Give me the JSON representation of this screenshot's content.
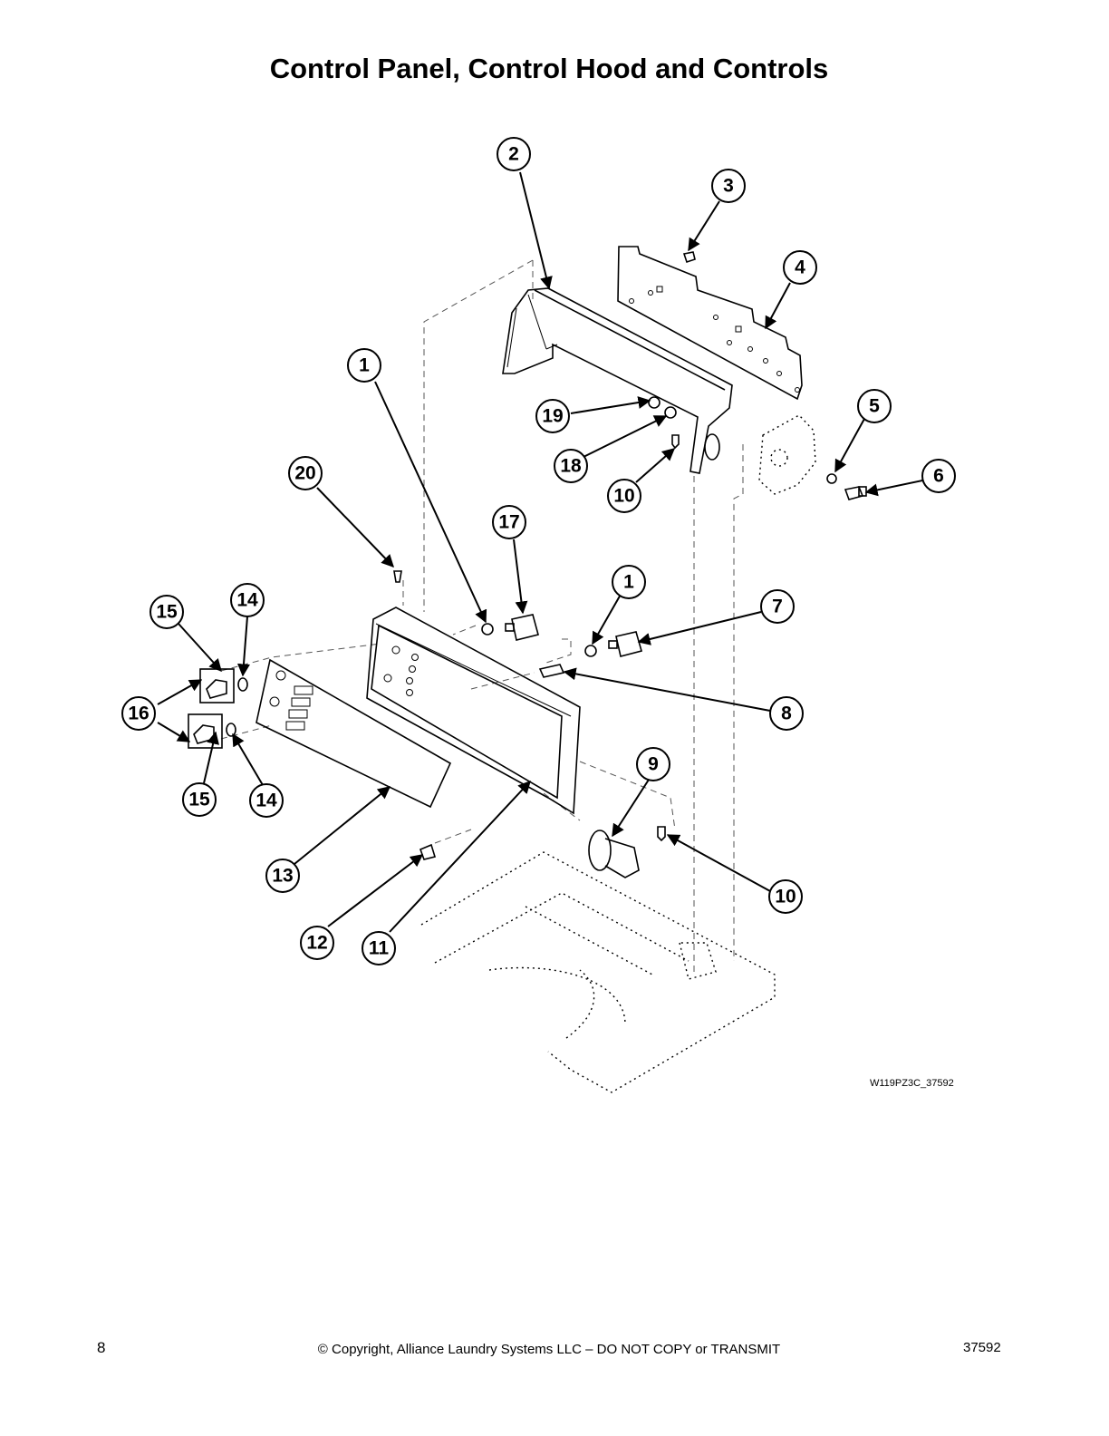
{
  "title": "Control Panel, Control Hood and Controls",
  "drawing_code": "W119PZ3C_37592",
  "footer": {
    "page_number": "8",
    "copyright": "© Copyright, Alliance Laundry Systems LLC – DO NOT COPY or TRANSMIT",
    "document_number": "37592"
  },
  "callouts": {
    "c1a": "1",
    "c1b": "1",
    "c2": "2",
    "c3": "3",
    "c4": "4",
    "c5": "5",
    "c6": "6",
    "c7": "7",
    "c8": "8",
    "c9": "9",
    "c10a": "10",
    "c10b": "10",
    "c11": "11",
    "c12": "12",
    "c13": "13",
    "c14a": "14",
    "c14b": "14",
    "c15a": "15",
    "c15b": "15",
    "c16": "16",
    "c17": "17",
    "c18": "18",
    "c19": "19",
    "c20": "20"
  }
}
